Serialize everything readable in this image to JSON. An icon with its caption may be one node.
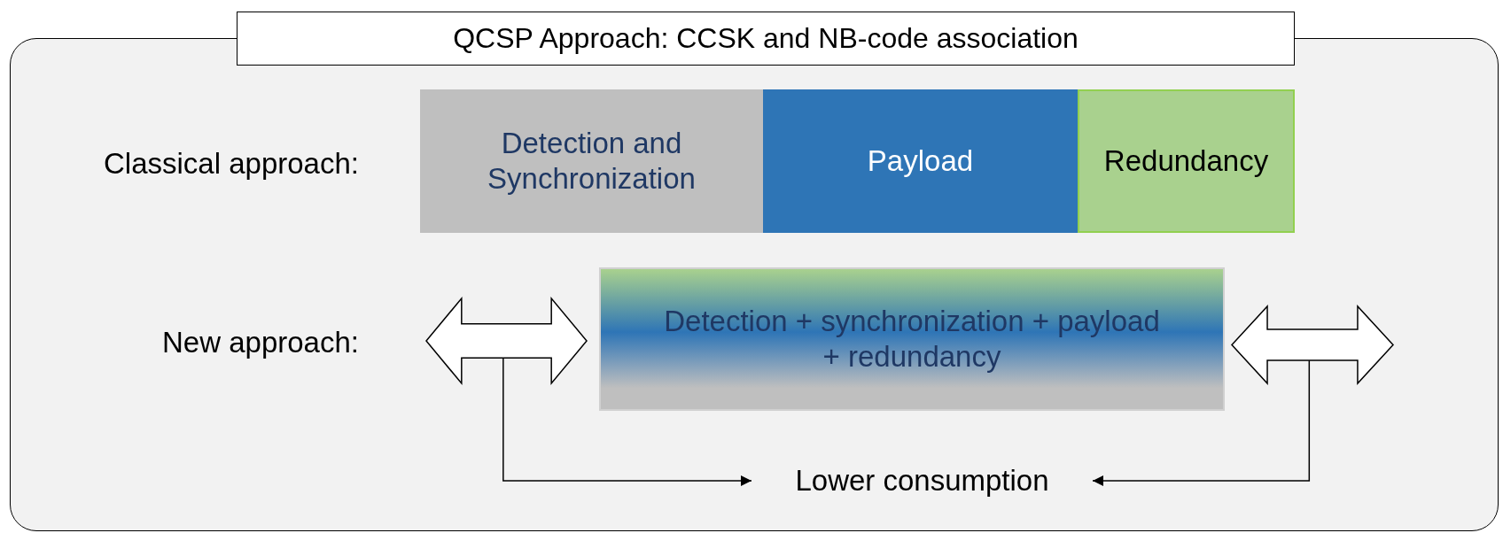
{
  "diagram": {
    "nodes": [
      {
        "text": [
          "QCSP Approach: CCSK and NB-code association"
        ]
      },
      {
        "text": [
          "Detection and Synchronization"
        ],
        "in": 0
      },
      {
        "text": [
          "Payload"
        ],
        "in": 0
      },
      {
        "text": [
          "Redundancy"
        ],
        "in": 0
      },
      {
        "text": [
          "Detection + synchronization + payload + redundancy"
        ],
        "in": 0
      },
      {
        "text": [],
        "shape": "arrow",
        "in": 0
      },
      {
        "text": [],
        "shape": "arrow",
        "in": 0
      },
      {
        "text": [
          "Lower consumption"
        ],
        "in": 0
      }
    ],
    "edges": [
      {
        "from": 5,
        "to": 7,
        "arrow": "to"
      },
      {
        "from": 6,
        "to": 7,
        "arrow": "to"
      }
    ],
    "labels": [
      "Classical approach:",
      "New approach:"
    ]
  }
}
